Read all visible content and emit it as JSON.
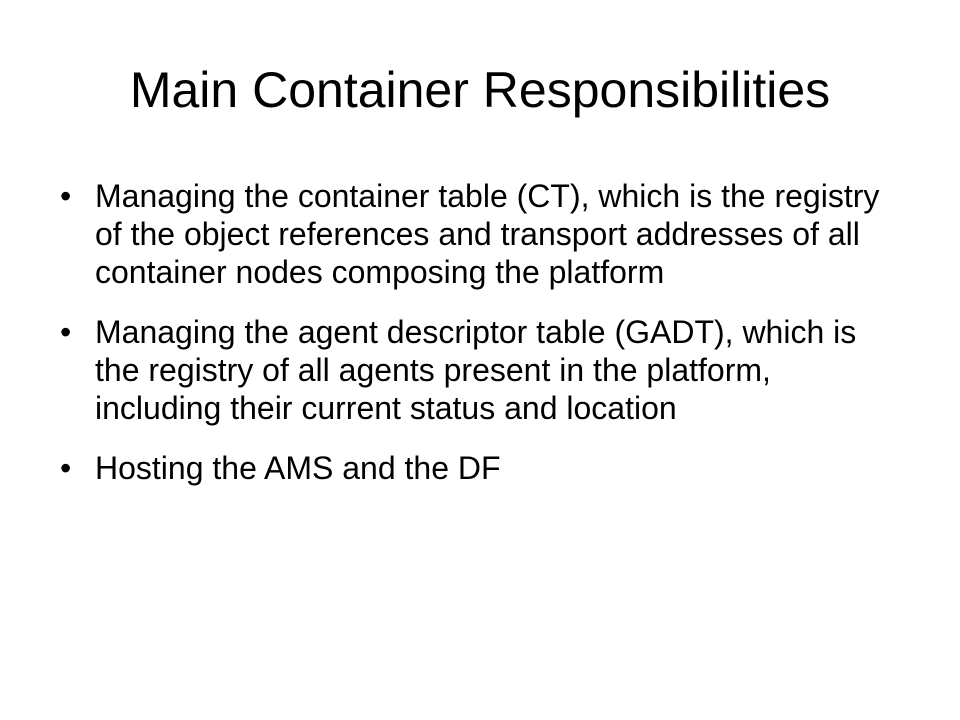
{
  "slide": {
    "title": "Main Container Responsibilities",
    "bullet_symbol": "•",
    "bullets": [
      "Managing the container table (CT), which is the registry of the object references and transport addresses of all container nodes composing the platform",
      "Managing the agent descriptor table (GADT), which is the registry of all agents present in the platform, including their current status and location",
      "Hosting the AMS and the DF"
    ]
  }
}
